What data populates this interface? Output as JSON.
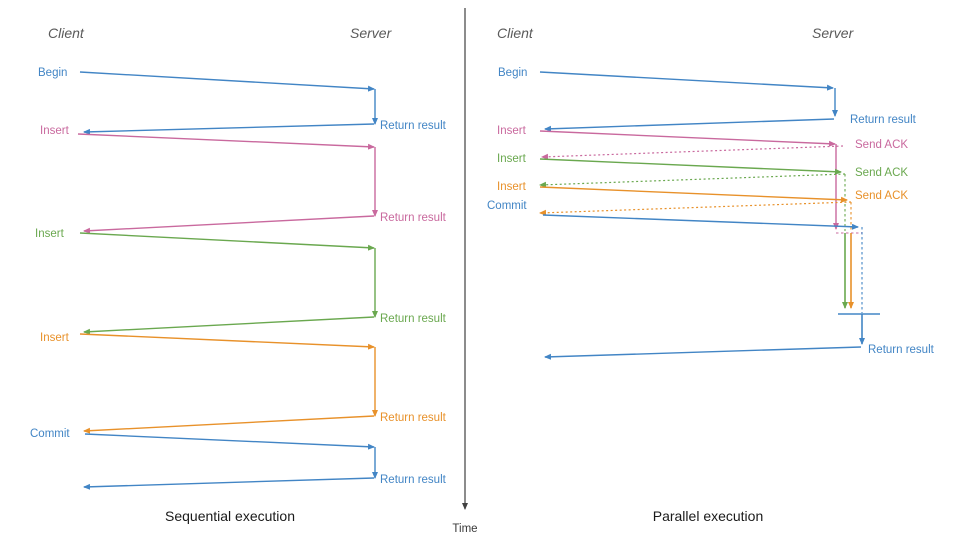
{
  "figure": {
    "title": "",
    "panels": [
      {
        "id": "sequential",
        "caption": "Sequential execution",
        "actors": {
          "client": "Client",
          "server": "Server"
        },
        "messages": [
          {
            "label": "Begin",
            "color": "#4285c5",
            "side": "client",
            "kind": "request"
          },
          {
            "label": "Return result",
            "color": "#4285c5",
            "side": "server",
            "kind": "response"
          },
          {
            "label": "Insert",
            "color": "#c9699e",
            "side": "client",
            "kind": "request"
          },
          {
            "label": "Return result",
            "color": "#c9699e",
            "side": "server",
            "kind": "response"
          },
          {
            "label": "Insert",
            "color": "#6aa84f",
            "side": "client",
            "kind": "request"
          },
          {
            "label": "Return result",
            "color": "#6aa84f",
            "side": "server",
            "kind": "response"
          },
          {
            "label": "Insert",
            "color": "#e8912a",
            "side": "client",
            "kind": "request"
          },
          {
            "label": "Return result",
            "color": "#e8912a",
            "side": "server",
            "kind": "response"
          },
          {
            "label": "Commit",
            "color": "#4285c5",
            "side": "client",
            "kind": "request"
          },
          {
            "label": "Return result",
            "color": "#4285c5",
            "side": "server",
            "kind": "response"
          }
        ]
      },
      {
        "id": "parallel",
        "caption": "Parallel execution",
        "actors": {
          "client": "Client",
          "server": "Server"
        },
        "messages": [
          {
            "label": "Begin",
            "color": "#4285c5",
            "side": "client",
            "kind": "request"
          },
          {
            "label": "Return result",
            "color": "#4285c5",
            "side": "server",
            "kind": "response"
          },
          {
            "label": "Insert",
            "color": "#c9699e",
            "side": "client",
            "kind": "request"
          },
          {
            "label": "Send ACK",
            "color": "#c9699e",
            "side": "server",
            "kind": "ack"
          },
          {
            "label": "Insert",
            "color": "#6aa84f",
            "side": "client",
            "kind": "request"
          },
          {
            "label": "Send ACK",
            "color": "#6aa84f",
            "side": "server",
            "kind": "ack"
          },
          {
            "label": "Insert",
            "color": "#e8912a",
            "side": "client",
            "kind": "request"
          },
          {
            "label": "Send ACK",
            "color": "#e8912a",
            "side": "server",
            "kind": "ack"
          },
          {
            "label": "Commit",
            "color": "#4285c5",
            "side": "client",
            "kind": "request"
          },
          {
            "label": "Return result",
            "color": "#4285c5",
            "side": "server",
            "kind": "response"
          }
        ]
      }
    ],
    "time_axis": {
      "label": "Time",
      "color": "#404040",
      "direction": "down"
    },
    "colors": {
      "blue": "#4285c5",
      "pink": "#c9699e",
      "green": "#6aa84f",
      "orange": "#e8912a",
      "actor": "#5a5a5a",
      "caption": "#1a1a1a",
      "axis": "#404040",
      "background": "#ffffff"
    }
  },
  "chart_data": {
    "type": "sequence-diagram",
    "title": "",
    "panels": [
      {
        "name": "Sequential execution",
        "lifelines": [
          "Client",
          "Server"
        ],
        "events": [
          {
            "t": 1,
            "from": "Client",
            "to": "Server",
            "label": "Begin",
            "color": "#4285c5",
            "style": "solid"
          },
          {
            "t": 2,
            "from": "Server",
            "to": "Client",
            "label": "Return result",
            "color": "#4285c5",
            "style": "solid"
          },
          {
            "t": 3,
            "from": "Client",
            "to": "Server",
            "label": "Insert",
            "color": "#c9699e",
            "style": "solid"
          },
          {
            "t": 4,
            "from": "Server",
            "to": "Client",
            "label": "Return result",
            "color": "#c9699e",
            "style": "solid"
          },
          {
            "t": 5,
            "from": "Client",
            "to": "Server",
            "label": "Insert",
            "color": "#6aa84f",
            "style": "solid"
          },
          {
            "t": 6,
            "from": "Server",
            "to": "Client",
            "label": "Return result",
            "color": "#6aa84f",
            "style": "solid"
          },
          {
            "t": 7,
            "from": "Client",
            "to": "Server",
            "label": "Insert",
            "color": "#e8912a",
            "style": "solid"
          },
          {
            "t": 8,
            "from": "Server",
            "to": "Client",
            "label": "Return result",
            "color": "#e8912a",
            "style": "solid"
          },
          {
            "t": 9,
            "from": "Client",
            "to": "Server",
            "label": "Commit",
            "color": "#4285c5",
            "style": "solid"
          },
          {
            "t": 10,
            "from": "Server",
            "to": "Client",
            "label": "Return result",
            "color": "#4285c5",
            "style": "solid"
          }
        ]
      },
      {
        "name": "Parallel execution",
        "lifelines": [
          "Client",
          "Server"
        ],
        "events": [
          {
            "t": 1,
            "from": "Client",
            "to": "Server",
            "label": "Begin",
            "color": "#4285c5",
            "style": "solid"
          },
          {
            "t": 2,
            "from": "Server",
            "to": "Client",
            "label": "Return result",
            "color": "#4285c5",
            "style": "solid"
          },
          {
            "t": 3,
            "from": "Client",
            "to": "Server",
            "label": "Insert",
            "color": "#c9699e",
            "style": "solid"
          },
          {
            "t": 4,
            "from": "Server",
            "to": "Client",
            "label": "Send ACK",
            "color": "#c9699e",
            "style": "dotted"
          },
          {
            "t": 5,
            "from": "Client",
            "to": "Server",
            "label": "Insert",
            "color": "#6aa84f",
            "style": "solid"
          },
          {
            "t": 6,
            "from": "Server",
            "to": "Client",
            "label": "Send ACK",
            "color": "#6aa84f",
            "style": "dotted"
          },
          {
            "t": 7,
            "from": "Client",
            "to": "Server",
            "label": "Insert",
            "color": "#e8912a",
            "style": "solid"
          },
          {
            "t": 8,
            "from": "Server",
            "to": "Client",
            "label": "Send ACK",
            "color": "#e8912a",
            "style": "dotted"
          },
          {
            "t": 9,
            "from": "Client",
            "to": "Server",
            "label": "Commit",
            "color": "#4285c5",
            "style": "solid"
          },
          {
            "t": 10,
            "from": "Server",
            "to": "Client",
            "label": "Return result",
            "color": "#4285c5",
            "style": "solid"
          }
        ]
      }
    ],
    "annotations": [
      "Time"
    ],
    "legend": null,
    "grid": false
  },
  "labels": {
    "left": {
      "client_actor": "Client",
      "server_actor": "Server",
      "m1": "Begin",
      "r1": "Return result",
      "m2": "Insert",
      "r2": "Return result",
      "m3": "Insert",
      "r3": "Return result",
      "m4": "Insert",
      "r4": "Return result",
      "m5": "Commit",
      "r5": "Return result",
      "caption": "Sequential execution"
    },
    "right": {
      "client_actor": "Client",
      "server_actor": "Server",
      "m1": "Begin",
      "r1": "Return result",
      "m2": "Insert",
      "a2": "Send ACK",
      "m3": "Insert",
      "a3": "Send ACK",
      "m4": "Insert",
      "a4": "Send ACK",
      "m5": "Commit",
      "r5": "Return result",
      "caption": "Parallel execution"
    },
    "time_axis": "Time"
  }
}
